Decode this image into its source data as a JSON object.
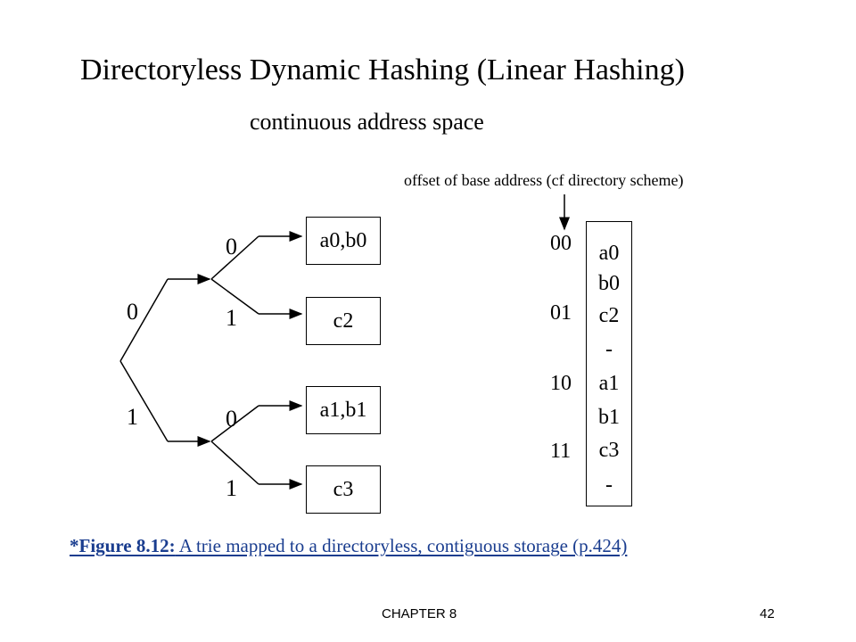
{
  "slide": {
    "title": "Directoryless Dynamic Hashing (Linear Hashing)",
    "subtitle": "continuous address space"
  },
  "trie": {
    "root_bits": [
      "0",
      "1"
    ],
    "upper_bits": [
      "0",
      "1"
    ],
    "lower_bits": [
      "0",
      "1"
    ],
    "buckets": [
      "a0,b0",
      "c2",
      "a1,b1",
      "c3"
    ]
  },
  "storage": {
    "annotation": "offset of base address (cf directory scheme)",
    "addresses": [
      "00",
      "01",
      "10",
      "11"
    ],
    "slots": [
      "a0",
      "b0",
      "c2",
      "-",
      "a1",
      "b1",
      "c3",
      "-"
    ]
  },
  "caption": {
    "label": "*Figure 8.12:",
    "text": " A trie mapped to a directoryless, contiguous storage (p.424)"
  },
  "footer": {
    "chapter": "CHAPTER 8",
    "page": "42"
  },
  "colors": {
    "caption": "#1a3d8f"
  }
}
